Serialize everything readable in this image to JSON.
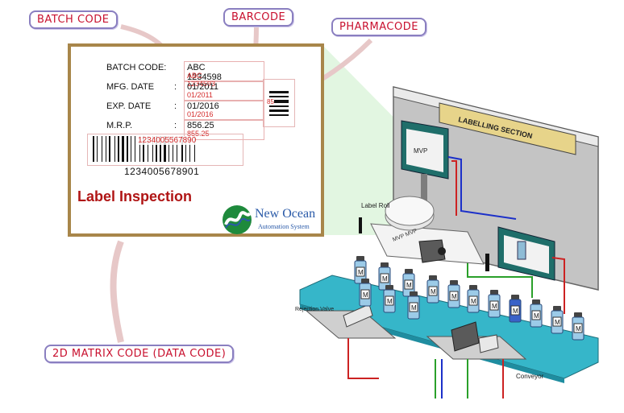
{
  "callouts": {
    "batch_code": "BATCH CODE",
    "barcode": "BARCODE",
    "pharmacode": "PHARMACODE",
    "matrix_code": "2D MATRIX CODE (DATA CODE)"
  },
  "label": {
    "fields": [
      {
        "name": "BATCH CODE:",
        "colon": "",
        "value": "ABC 1234598",
        "ocr": "ABC 1234593"
      },
      {
        "name": "MFG. DATE",
        "colon": ":",
        "value": "01/2011",
        "ocr": "01/2011"
      },
      {
        "name": "EXP. DATE",
        "colon": ":",
        "value": "01/2016",
        "ocr": "01/2016"
      },
      {
        "name": "M.R.P.",
        "colon": ":",
        "value": "856.25",
        "ocr": "855.25"
      }
    ],
    "barcode_ocr": "1234005567890",
    "barcode_number": "1234005678901",
    "pharma_number": "85",
    "title": "Label Inspection",
    "brand_name": "New Ocean",
    "brand_sub": "Automation System"
  },
  "machine": {
    "section_title": "LABELLING SECTION",
    "monitor1": "MVP",
    "label_roll": "Label Roll",
    "roll_text": "MVP MVP",
    "rejection_valve": "Rejection Valve",
    "conveyor": "Conveyor",
    "bottle_letter": "M"
  },
  "colors": {
    "callout_text": "#c8102e",
    "callout_border": "#8a7fc0",
    "label_border": "#a8864a",
    "title": "#b01515",
    "ocr": "#d42a2a",
    "conveyor": "#36b6c9",
    "wall": "#c4c4c4",
    "monitor": "#1f6e6a"
  }
}
